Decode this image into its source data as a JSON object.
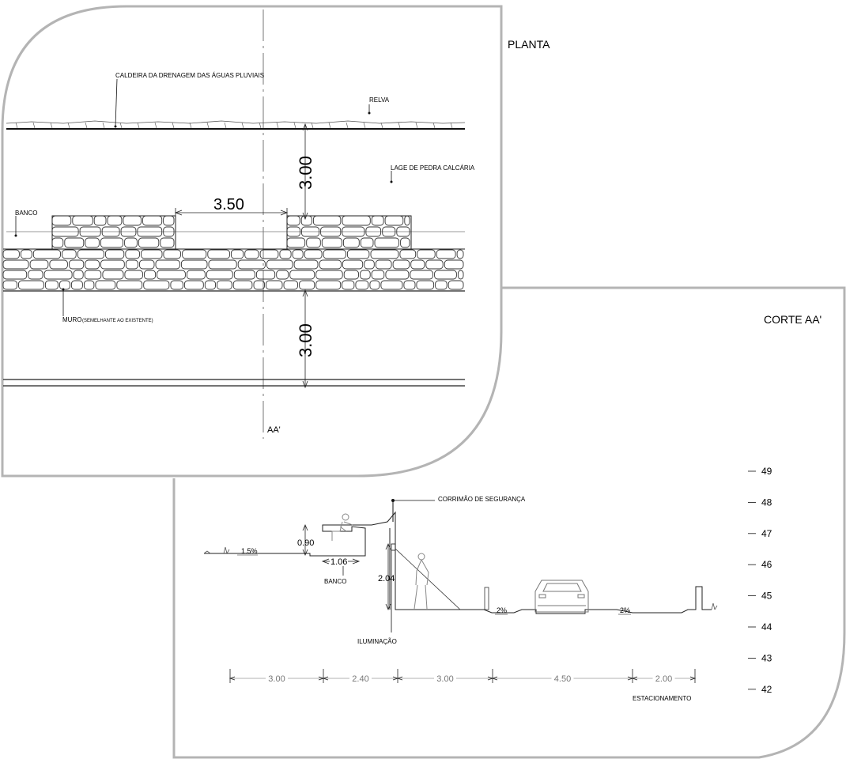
{
  "planta": {
    "title": "PLANTA",
    "labels": {
      "caldeira": "CALDEIRA DA DRENAGEM DAS ÁGUAS PLUVIAIS",
      "relva": "RELVA",
      "lage": "LAGE DE PEDRA CALCÁRIA",
      "banco": "BANCO",
      "muro": "MURO",
      "muro_note": "(SEMELHANTE AO EXISTENTE)"
    },
    "dimensions": {
      "top_width": "3.00",
      "bench_length": "3.50",
      "bottom_width": "3.00"
    },
    "section_mark": "AA'"
  },
  "corte": {
    "title": "CORTE AA'",
    "labels": {
      "corrimao": "CORRIMÃO DE SEGURANÇA",
      "banco": "BANCO",
      "iluminacao": "ILUMINAÇÃO",
      "estacionamento": "ESTACIONAMENTO"
    },
    "heights": {
      "bench_height": "0.90",
      "bench_depth": "1.06",
      "wall_height": "2.04"
    },
    "slopes": [
      "1.5%",
      "2%",
      "2%"
    ],
    "level_scale": [
      "49",
      "48",
      "47",
      "46",
      "45",
      "44",
      "43",
      "42"
    ],
    "width_dimensions": [
      "3.00",
      "2.40",
      "3.00",
      "4.50",
      "2.00"
    ]
  }
}
